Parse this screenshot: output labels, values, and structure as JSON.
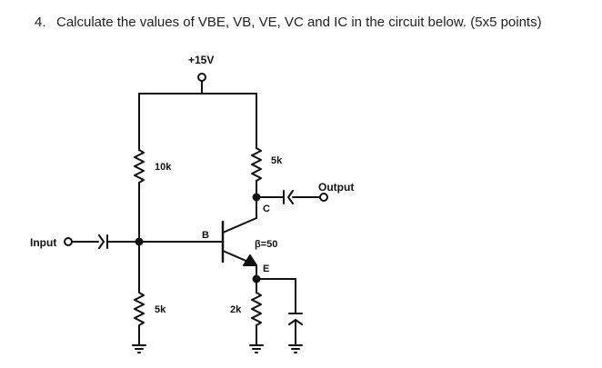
{
  "question": {
    "number": "4.",
    "text": "Calculate the values of VBE, VB, VE, VC and IC in the circuit below. (5x5 points)"
  },
  "labels": {
    "supply": "+15V",
    "r1": "10k",
    "rc": "5k",
    "r2": "5k",
    "re": "2k",
    "base": "B",
    "collector": "C",
    "emitter": "E",
    "beta": "β=50",
    "input": "Input",
    "output": "Output"
  },
  "colors": {
    "wire": "#111111",
    "text": "#222222"
  }
}
